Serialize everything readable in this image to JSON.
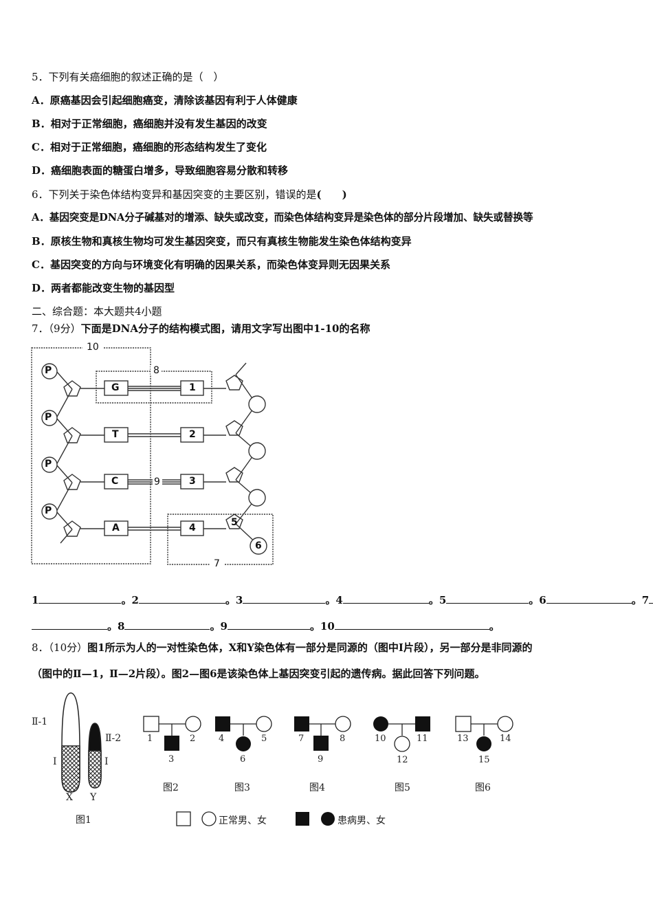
{
  "q5": {
    "stem": "5．下列有关癌细胞的叙述正确的是（　）",
    "options": [
      "A．原癌基因会引起细胞癌变，清除该基因有利于人体健康",
      "B．相对于正常细胞，癌细胞并没有发生基因的改变",
      "C．相对于正常细胞，癌细胞的形态结构发生了变化",
      "D．癌细胞表面的糖蛋白增多，导致细胞容易分散和转移"
    ]
  },
  "q6": {
    "stem_pre": "6．下列关于染色体结构变异和基因突变的主要区别，错误的是",
    "stem_post": "(　　)",
    "options": [
      "A．基因突变是DNA分子碱基对的增添、缺失或改变，而染色体结构变异是染色体的部分片段增加、缺失或替换等",
      "B．原核生物和真核生物均可发生基因突变，而只有真核生物能发生染色体结构变异",
      "C．基因突变的方向与环境变化有明确的因果关系，而染色体变异则无因果关系",
      "D．两者都能改变生物的基因型"
    ]
  },
  "section2": "二、综合题：本大题共4小题",
  "q7": {
    "num": "7．（9分）",
    "stem": "下面是DNA分子的结构模式图，请用文字写出图中1-10的名称",
    "figure": {
      "bases_left": [
        "G",
        "T",
        "C",
        "A"
      ],
      "bases_right": [
        "1",
        "2",
        "3",
        "4"
      ],
      "phosphate": "P",
      "labels": [
        "10",
        "8",
        "9",
        "5",
        "6",
        "7"
      ]
    },
    "blanks": [
      "1",
      "2",
      "3",
      "4",
      "5",
      "6",
      "7",
      "8",
      "9",
      "10"
    ]
  },
  "q8": {
    "num": "8．（10分）",
    "stem_line1": "图1所示为人的一对性染色体，X和Y染色体有一部分是同源的（图中Ⅰ片段），另一部分是非同源的",
    "stem_line2": "（图中的Ⅱ—1，Ⅱ—2片段）。图2—图6是该染色体上基因突变引起的遗传病。据此回答下列问题。",
    "fig1": {
      "ii1": "Ⅱ-1",
      "ii2": "Ⅱ-2",
      "seg": "Ⅰ",
      "x": "X",
      "y": "Y",
      "caption": "图1"
    },
    "pedigrees": [
      {
        "caption": "图2",
        "ids": [
          "1",
          "2",
          "3"
        ]
      },
      {
        "caption": "图3",
        "ids": [
          "4",
          "5",
          "6"
        ]
      },
      {
        "caption": "图4",
        "ids": [
          "7",
          "8",
          "9"
        ]
      },
      {
        "caption": "图5",
        "ids": [
          "10",
          "11",
          "12"
        ]
      },
      {
        "caption": "图6",
        "ids": [
          "13",
          "14",
          "15"
        ]
      }
    ],
    "legend": {
      "normal": "正常男、女",
      "affected": "患病男、女"
    }
  }
}
